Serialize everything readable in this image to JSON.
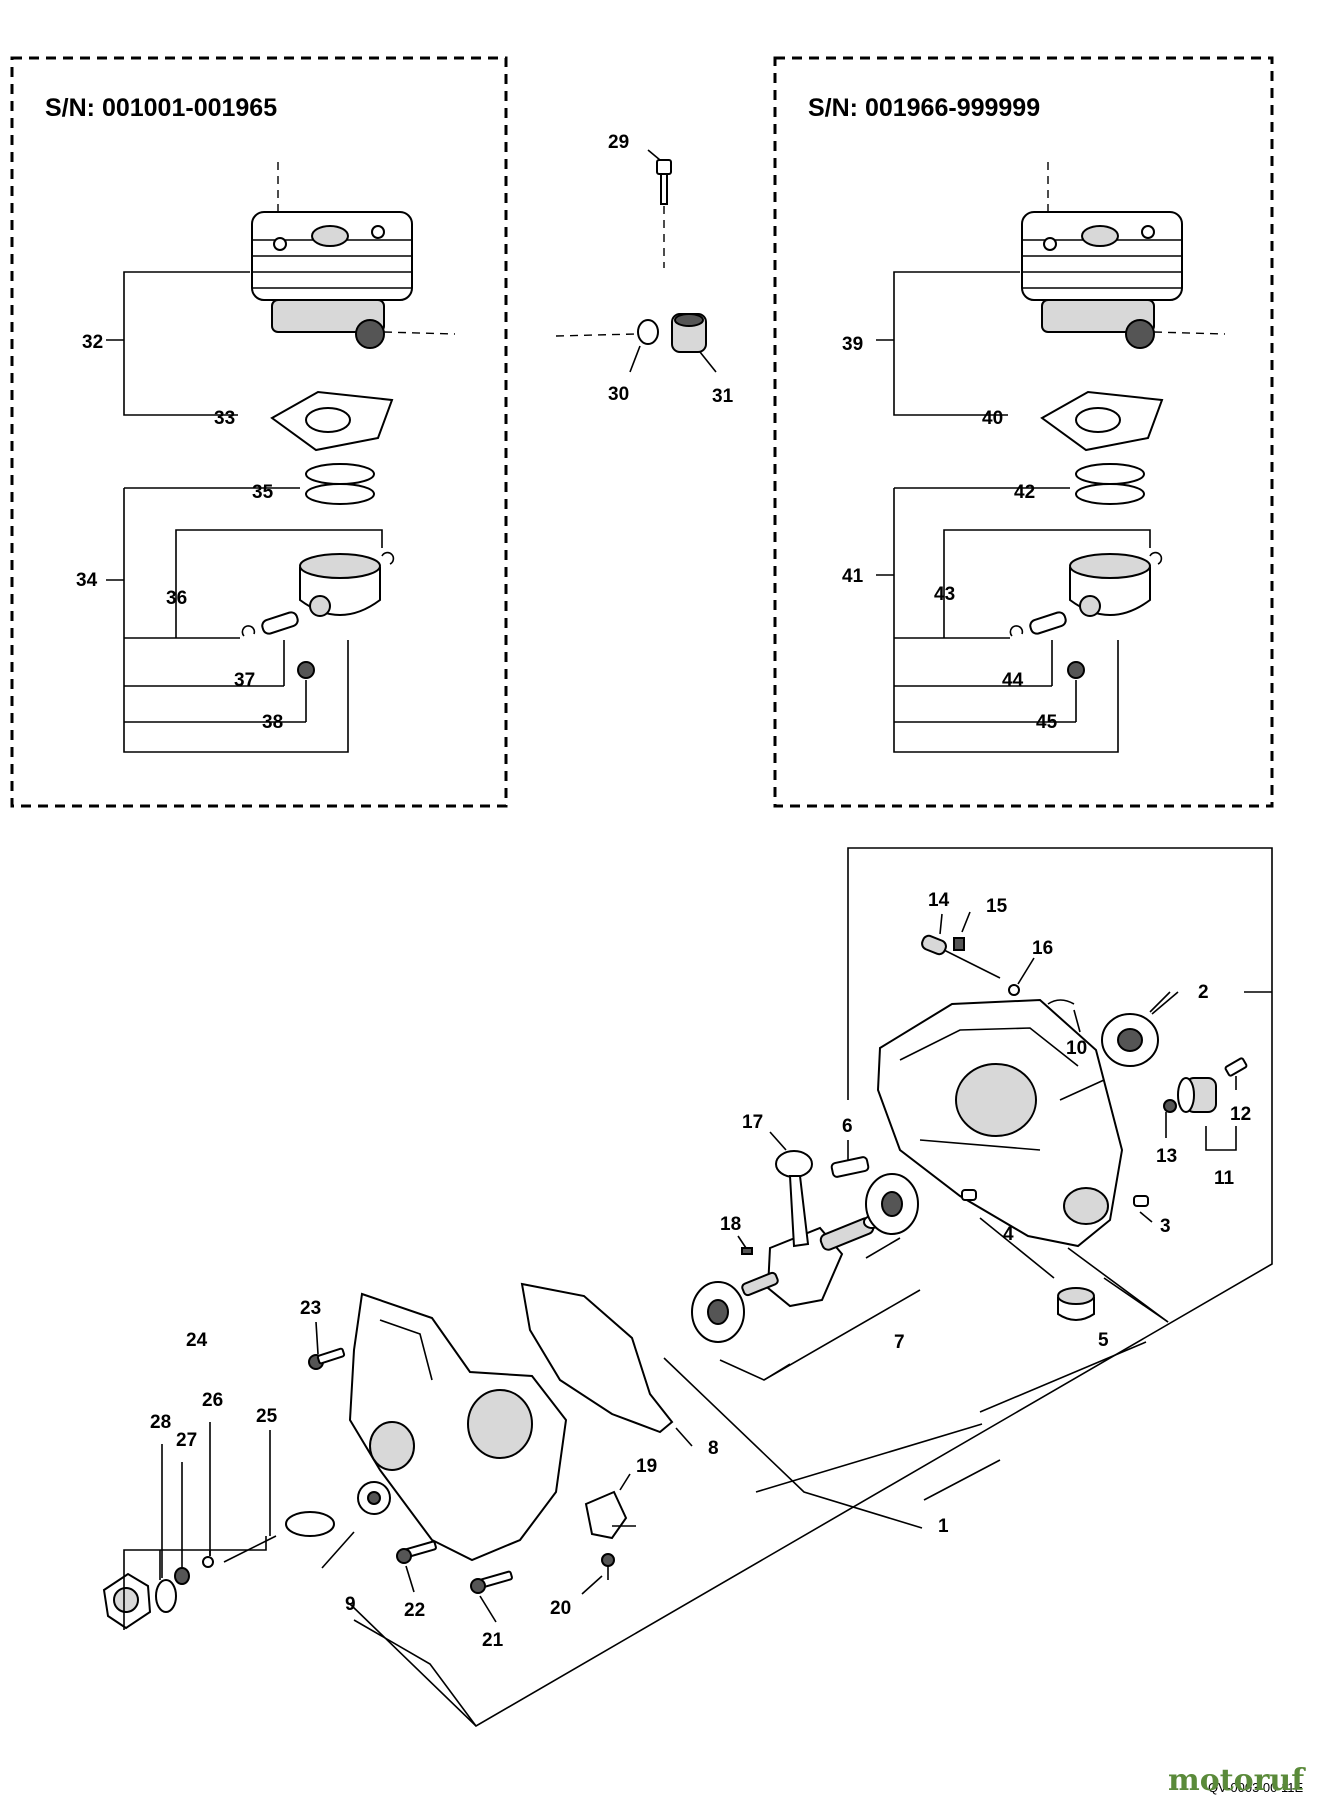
{
  "serial_ranges": {
    "left": "S/N: 001001-001965",
    "right": "S/N: 001966-999999"
  },
  "callouts": {
    "n1": "1",
    "n2": "2",
    "n3": "3",
    "n4": "4",
    "n5": "5",
    "n6": "6",
    "n7": "7",
    "n8": "8",
    "n9": "9",
    "n10": "10",
    "n11": "11",
    "n12": "12",
    "n13": "13",
    "n14": "14",
    "n15": "15",
    "n16": "16",
    "n17": "17",
    "n18": "18",
    "n19": "19",
    "n20": "20",
    "n21": "21",
    "n22": "22",
    "n23": "23",
    "n24": "24",
    "n25": "25",
    "n26": "26",
    "n27": "27",
    "n28": "28",
    "n29": "29",
    "n30": "30",
    "n31": "31",
    "n32": "32",
    "n33": "33",
    "n34": "34",
    "n35": "35",
    "n36": "36",
    "n37": "37",
    "n38": "38",
    "n39": "39",
    "n40": "40",
    "n41": "41",
    "n42": "42",
    "n43": "43",
    "n44": "44",
    "n45": "45"
  },
  "drawing_code": "QV-0003 00 11E",
  "watermark": "motoruf"
}
